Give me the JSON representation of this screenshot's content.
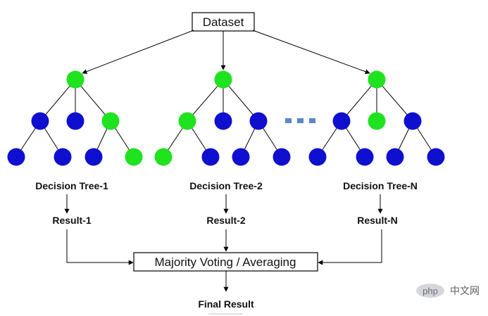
{
  "dataset": {
    "label": "Dataset"
  },
  "trees": [
    {
      "name": "Decision Tree-1",
      "result": "Result-1"
    },
    {
      "name": "Decision Tree-2",
      "result": "Result-2"
    },
    {
      "name": "Decision Tree-N",
      "result": "Result-N"
    }
  ],
  "aggregator": {
    "label": "Majority Voting / Averaging"
  },
  "final": {
    "label": "Final Result"
  },
  "watermark": {
    "badge": "php",
    "text": "中文网"
  },
  "colors": {
    "green": "#1ee31e",
    "blue": "#0f0fcf",
    "ellipsis": "#5b87c5",
    "stroke": "#000000"
  }
}
